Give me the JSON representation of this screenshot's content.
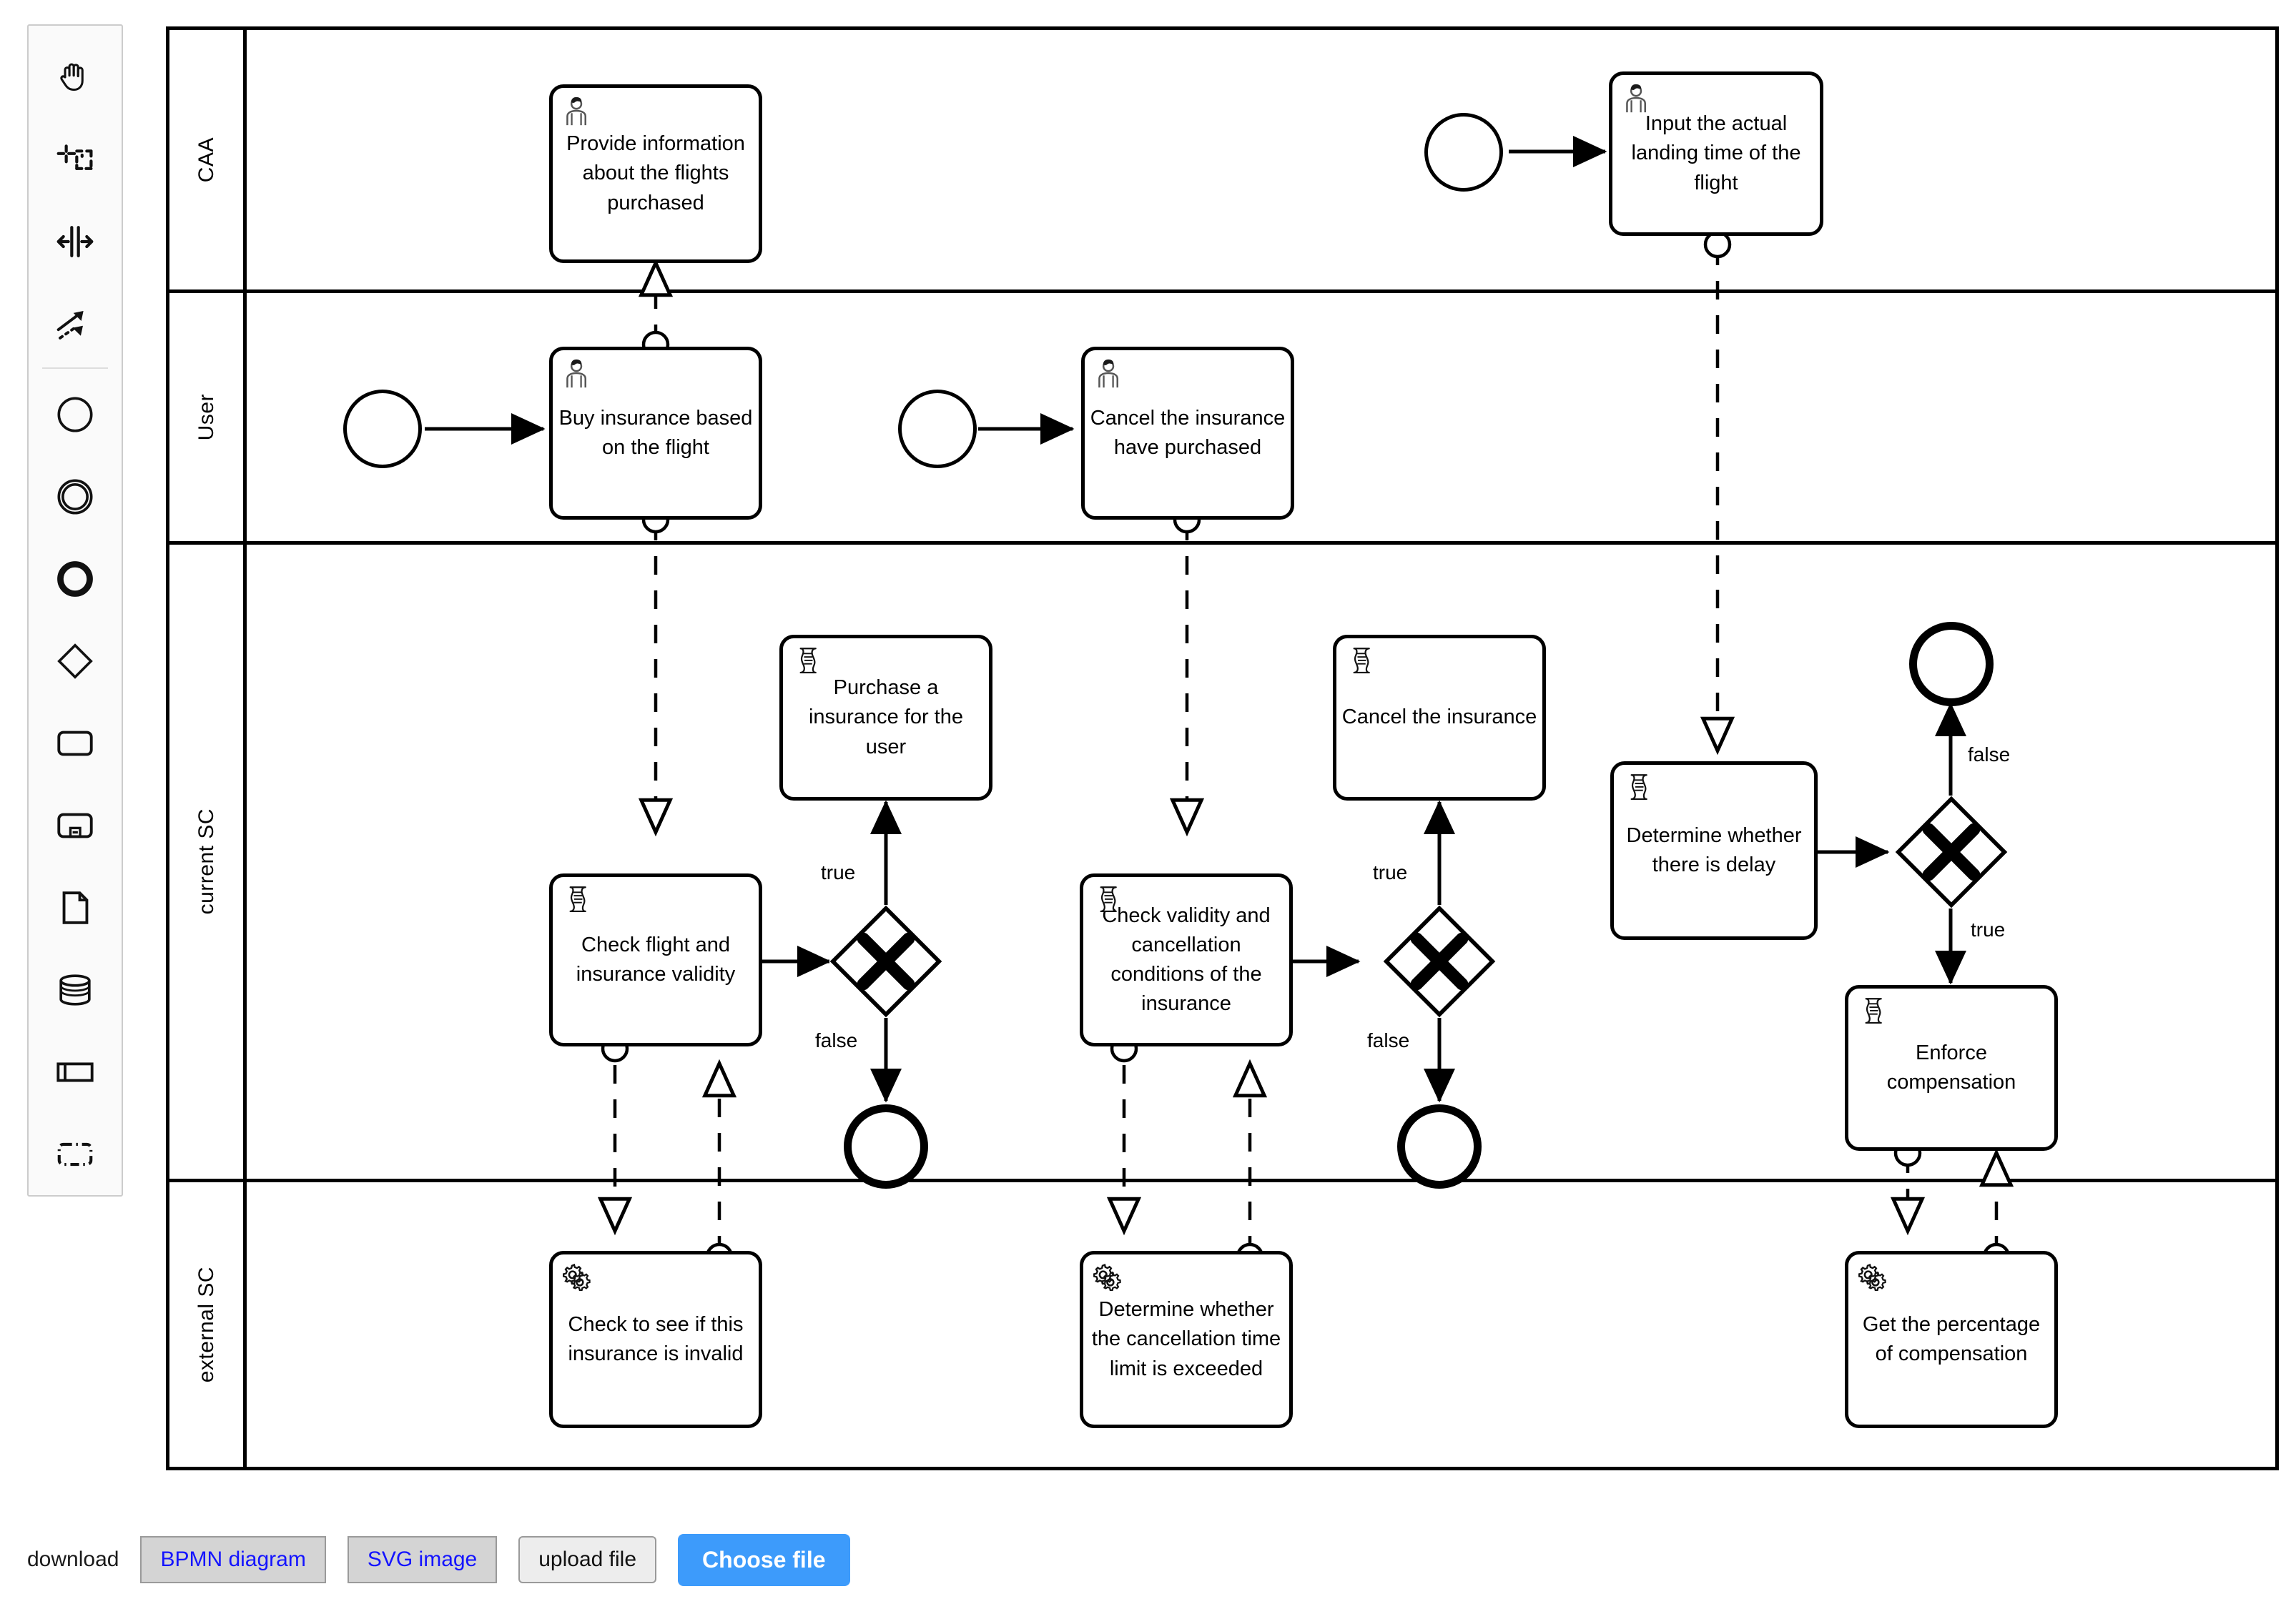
{
  "palette": {
    "tools": [
      {
        "name": "hand-tool-icon",
        "label": "Activate hand tool"
      },
      {
        "name": "lasso-tool-icon",
        "label": "Activate lasso tool"
      },
      {
        "name": "space-tool-icon",
        "label": "Activate create/remove space tool"
      },
      {
        "name": "connect-tool-icon",
        "label": "Activate global connect tool"
      }
    ],
    "elements": [
      {
        "name": "start-event-icon",
        "label": "Create StartEvent"
      },
      {
        "name": "intermediate-event-icon",
        "label": "Create Intermediate/Boundary Event"
      },
      {
        "name": "end-event-icon",
        "label": "Create EndEvent"
      },
      {
        "name": "gateway-icon",
        "label": "Create Gateway"
      },
      {
        "name": "task-icon",
        "label": "Create Task"
      },
      {
        "name": "subprocess-icon",
        "label": "Create expanded SubProcess"
      },
      {
        "name": "data-object-icon",
        "label": "Create DataObjectReference"
      },
      {
        "name": "data-store-icon",
        "label": "Create DataStoreReference"
      },
      {
        "name": "participant-icon",
        "label": "Create Pool/Participant"
      },
      {
        "name": "group-icon",
        "label": "Create Group"
      }
    ]
  },
  "diagram": {
    "lanes": [
      {
        "id": "caa",
        "label": "CAA"
      },
      {
        "id": "user",
        "label": "User"
      },
      {
        "id": "current_sc",
        "label": "current SC"
      },
      {
        "id": "external_sc",
        "label": "external SC"
      }
    ],
    "tasks": [
      {
        "id": "t_provide_info",
        "lane": "caa",
        "type": "user",
        "label": "Provide information about the flights purchased"
      },
      {
        "id": "t_input_landing",
        "lane": "caa",
        "type": "user",
        "label": "Input the actual landing time of the flight"
      },
      {
        "id": "t_buy_insurance",
        "lane": "user",
        "type": "user",
        "label": "Buy insurance based on the flight"
      },
      {
        "id": "t_cancel_insurance_u",
        "lane": "user",
        "type": "user",
        "label": "Cancel the insurance have purchased"
      },
      {
        "id": "t_check_flight",
        "lane": "current_sc",
        "type": "script",
        "label": "Check flight and insurance validity"
      },
      {
        "id": "t_purchase_ins",
        "lane": "current_sc",
        "type": "script",
        "label": "Purchase a insurance for the user"
      },
      {
        "id": "t_check_validity",
        "lane": "current_sc",
        "type": "script",
        "label": "Check validity and cancellation conditions of the insurance"
      },
      {
        "id": "t_cancel_ins",
        "lane": "current_sc",
        "type": "script",
        "label": "Cancel the insurance"
      },
      {
        "id": "t_determine_delay",
        "lane": "current_sc",
        "type": "script",
        "label": "Determine whether there is delay"
      },
      {
        "id": "t_enforce_comp",
        "lane": "current_sc",
        "type": "script",
        "label": "Enforce compensation"
      },
      {
        "id": "t_check_invalid",
        "lane": "external_sc",
        "type": "service",
        "label": "Check to see if this insurance is invalid"
      },
      {
        "id": "t_determine_cancel",
        "lane": "external_sc",
        "type": "service",
        "label": "Determine whether the cancellation time limit is exceeded"
      },
      {
        "id": "t_get_percentage",
        "lane": "external_sc",
        "type": "service",
        "label": "Get the percentage of compensation"
      }
    ],
    "events": [
      {
        "id": "s1",
        "kind": "start",
        "lane": "user"
      },
      {
        "id": "s2",
        "kind": "start",
        "lane": "user"
      },
      {
        "id": "s3",
        "kind": "start",
        "lane": "caa"
      },
      {
        "id": "e1",
        "kind": "end",
        "lane": "current_sc"
      },
      {
        "id": "e2",
        "kind": "end",
        "lane": "current_sc"
      },
      {
        "id": "e3",
        "kind": "end",
        "lane": "current_sc"
      }
    ],
    "gateways": [
      {
        "id": "g1",
        "kind": "exclusive",
        "symbol": "X",
        "lane": "current_sc"
      },
      {
        "id": "g2",
        "kind": "exclusive",
        "symbol": "X",
        "lane": "current_sc"
      },
      {
        "id": "g3",
        "kind": "exclusive",
        "symbol": "X",
        "lane": "current_sc"
      }
    ],
    "flow_labels": {
      "g1_true": "true",
      "g1_false": "false",
      "g2_true": "true",
      "g2_false": "false",
      "g3_false": "false",
      "g3_true": "true"
    }
  },
  "bottombar": {
    "download_label": "download",
    "bpmn_button": "BPMN diagram",
    "svg_button": "SVG image",
    "upload_button": "upload file",
    "choose_button": "Choose file"
  }
}
